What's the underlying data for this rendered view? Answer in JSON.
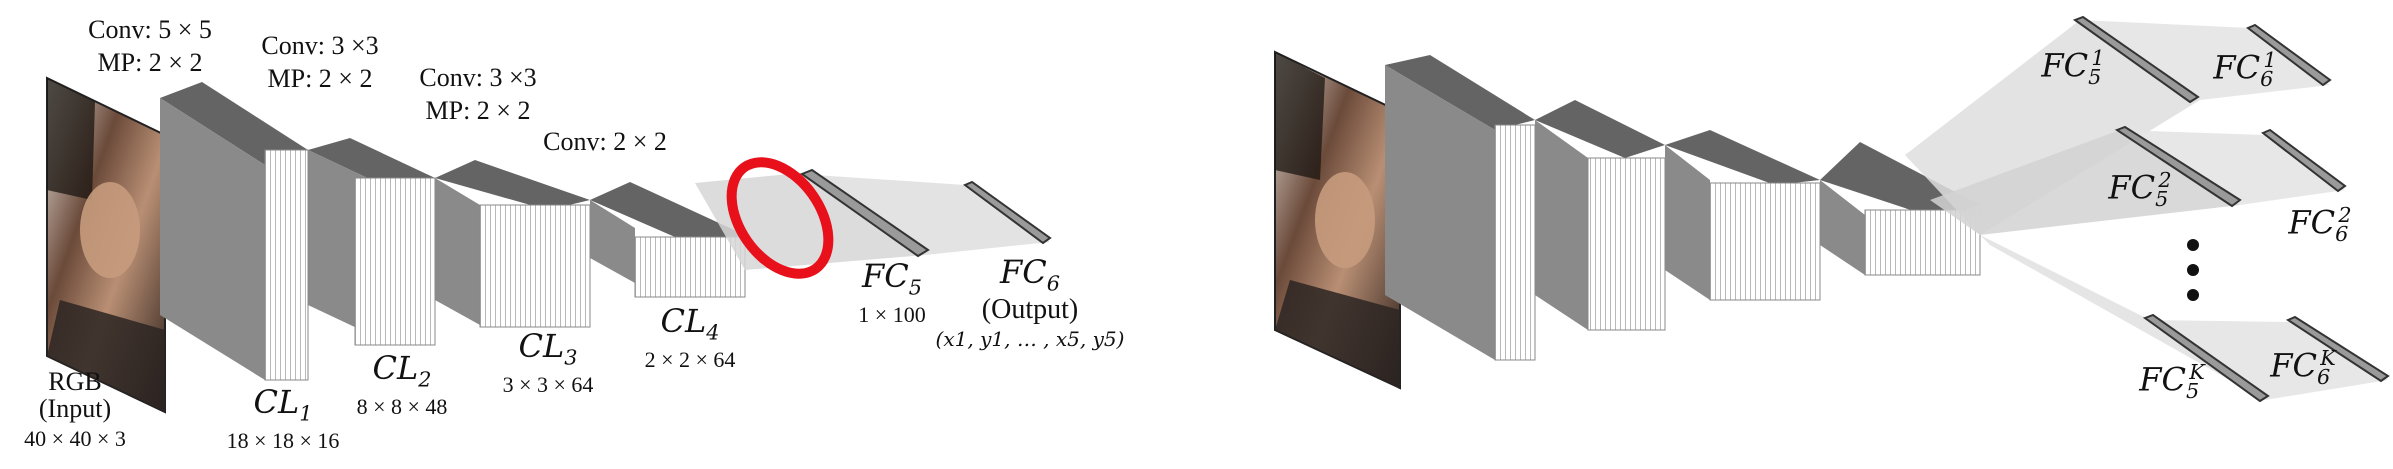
{
  "left": {
    "input": {
      "line1": "RGB",
      "line2": "(Input)",
      "dims": "40 × 40 × 3"
    },
    "layers": [
      {
        "conv": "Conv: 5 × 5",
        "mp": "MP: 2 × 2",
        "name": "CL",
        "sub": "1",
        "dims": "18 × 18 × 16"
      },
      {
        "conv": "Conv: 3 ×3",
        "mp": "MP: 2 × 2",
        "name": "CL",
        "sub": "2",
        "dims": "8 × 8 × 48"
      },
      {
        "conv": "Conv: 3 ×3",
        "mp": "MP: 2 × 2",
        "name": "CL",
        "sub": "3",
        "dims": "3 × 3 × 64"
      },
      {
        "conv": "Conv: 2 × 2",
        "name": "CL",
        "sub": "4",
        "dims": "2 × 2 × 64"
      }
    ],
    "fc5": {
      "name": "FC",
      "sub": "5",
      "dims": "1 × 100"
    },
    "fc6": {
      "name": "FC",
      "sub": "6",
      "note": "(Output)",
      "dims": "(x1, y1, … , x5, y5)"
    }
  },
  "right": {
    "branches": [
      {
        "fc5": {
          "name": "FC",
          "sub": "5",
          "sup": "1"
        },
        "fc6": {
          "name": "FC",
          "sub": "6",
          "sup": "1"
        }
      },
      {
        "fc5": {
          "name": "FC",
          "sub": "5",
          "sup": "2"
        },
        "fc6": {
          "name": "FC",
          "sub": "6",
          "sup": "2"
        }
      },
      {
        "fc5": {
          "name": "FC",
          "sub": "5",
          "sup": "K"
        },
        "fc6": {
          "name": "FC",
          "sub": "6",
          "sup": "K"
        }
      }
    ],
    "ellipsis": "⋮"
  },
  "colors": {
    "top": "#646464",
    "side": "#8a8a8a",
    "front": "#ffffff",
    "ring": "#e8101a",
    "fan": "#d6d6d6"
  }
}
